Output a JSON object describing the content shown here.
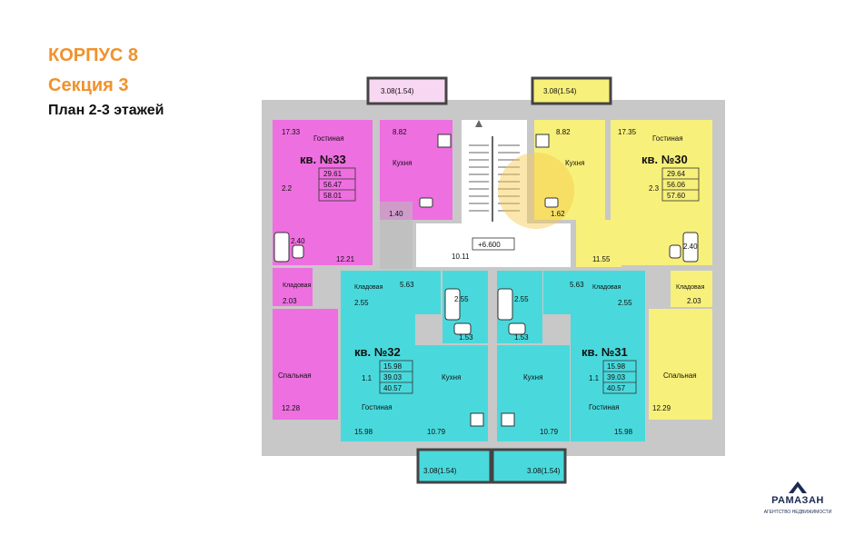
{
  "title": {
    "building": "КОРПУС 8",
    "section": "Секция 3",
    "plan": "План 2-3 этажей"
  },
  "colors": {
    "magenta": "#ee6fe0",
    "yellow": "#f7f07a",
    "cyan": "#49d9dc",
    "orange": "#f0922c"
  },
  "elevation_mark": "+6.600",
  "balconies": [
    "3.08(1.54)",
    "3.08(1.54)",
    "3.08(1.54)",
    "3.08(1.54)"
  ],
  "apartments": {
    "a33": {
      "title": "кв. №33",
      "code": "2.2",
      "areas": [
        "29.61",
        "56.47",
        "58.01"
      ],
      "rooms": {
        "living_label": "Гостиная",
        "living_area": "17.33",
        "kitchen_label": "Кухня",
        "kitchen_area": "8.82",
        "wc_area": "1.40",
        "hall_area": "12.21",
        "bath_area": "2.40",
        "storage_label": "Кладовая",
        "storage_area": "2.03",
        "bedroom_label": "Спальная",
        "bedroom_area": "12.28"
      }
    },
    "a30": {
      "title": "кв. №30",
      "code": "2.3",
      "areas": [
        "29.64",
        "56.06",
        "57.60"
      ],
      "rooms": {
        "living_label": "Гостиная",
        "living_area": "17.35",
        "kitchen_label": "Кухня",
        "kitchen_area": "8.82",
        "wc_area": "1.62",
        "hall_area": "11.55",
        "bath_area": "2.40",
        "storage_label": "Кладовая",
        "storage_area": "2.03",
        "bedroom_label": "Спальная",
        "bedroom_area": "12.29"
      }
    },
    "a32": {
      "title": "кв. №32",
      "code": "1.1",
      "areas": [
        "15.98",
        "39.03",
        "40.57"
      ],
      "rooms": {
        "storage_label": "Кладовая",
        "storage_area": "2.55",
        "hall_area": "5.63",
        "bath_area": "2.55",
        "wc_area": "1.53",
        "living_label": "Гостиная",
        "living_area": "15.98",
        "kitchen_label": "Кухня",
        "kitchen_area": "10.79"
      }
    },
    "a31": {
      "title": "кв. №31",
      "code": "1.1",
      "areas": [
        "15.98",
        "39.03",
        "40.57"
      ],
      "rooms": {
        "storage_label": "Кладовая",
        "storage_area": "2.55",
        "hall_area": "5.63",
        "bath_area": "2.55",
        "wc_area": "1.53",
        "living_label": "Гостиная",
        "living_area": "15.98",
        "kitchen_label": "Кухня",
        "kitchen_area": "10.79"
      }
    }
  },
  "stair_hall_area": "10.11",
  "logo": {
    "name": "РАМАЗАН",
    "tagline": "АГЕНТСТВО НЕДВИЖИМОСТИ"
  }
}
